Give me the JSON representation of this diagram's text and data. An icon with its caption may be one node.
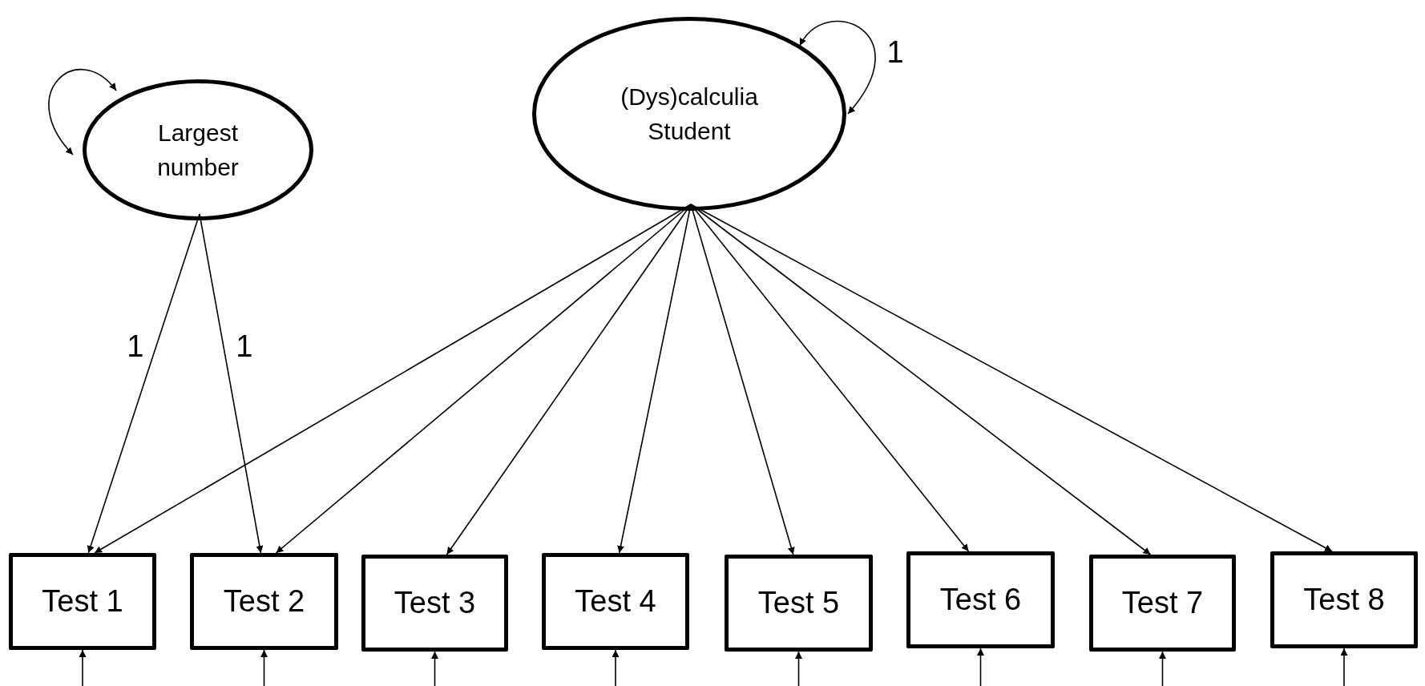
{
  "diagram": {
    "nodes": [
      {
        "text": [
          "Largest number"
        ]
      },
      {
        "text": [
          "(Dys)calculia Student"
        ]
      },
      {
        "text": [
          "Test 1"
        ]
      },
      {
        "text": [
          "Test 2"
        ]
      },
      {
        "text": [
          "Test 3"
        ]
      },
      {
        "text": [
          "Test 4"
        ]
      },
      {
        "text": [
          "Test 5"
        ]
      },
      {
        "text": [
          "Test 6"
        ]
      },
      {
        "text": [
          "Test 7"
        ]
      },
      {
        "text": [
          "Test 8"
        ]
      }
    ],
    "edges": [
      {
        "from": 0,
        "to": 0,
        "arrow": "both"
      },
      {
        "from": 1,
        "to": 1,
        "arrow": "both",
        "label": "1"
      },
      {
        "from": 0,
        "to": 2,
        "arrow": "to",
        "label": "1"
      },
      {
        "from": 0,
        "to": 3,
        "arrow": "to",
        "label": "1"
      },
      {
        "from": 1,
        "to": 2,
        "arrow": "to"
      },
      {
        "from": 1,
        "to": 3,
        "arrow": "to"
      },
      {
        "from": 1,
        "to": 4,
        "arrow": "to"
      },
      {
        "from": 1,
        "to": 5,
        "arrow": "to"
      },
      {
        "from": 1,
        "to": 6,
        "arrow": "to"
      },
      {
        "from": 1,
        "to": 7,
        "arrow": "to"
      },
      {
        "from": 1,
        "to": 8,
        "arrow": "to"
      },
      {
        "from": 1,
        "to": 9,
        "arrow": "to"
      },
      {
        "from": null,
        "to": 2,
        "arrow": "to"
      },
      {
        "from": null,
        "to": 3,
        "arrow": "to"
      },
      {
        "from": null,
        "to": 4,
        "arrow": "to"
      },
      {
        "from": null,
        "to": 5,
        "arrow": "to"
      },
      {
        "from": null,
        "to": 6,
        "arrow": "to"
      },
      {
        "from": null,
        "to": 7,
        "arrow": "to"
      },
      {
        "from": null,
        "to": 8,
        "arrow": "to"
      },
      {
        "from": null,
        "to": 9,
        "arrow": "to"
      }
    ]
  }
}
